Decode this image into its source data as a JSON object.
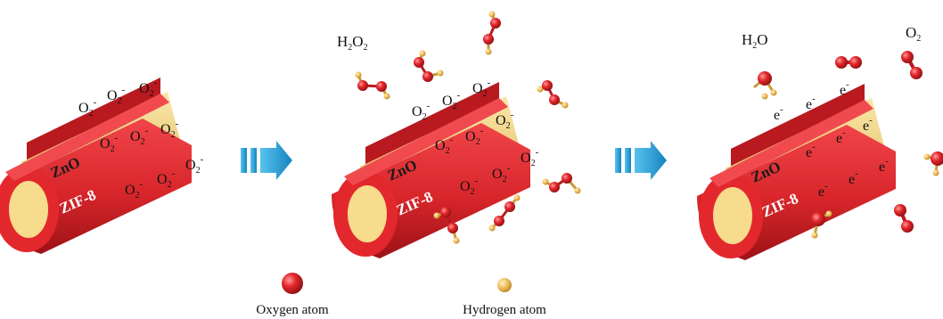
{
  "colors": {
    "shell": "#d8262b",
    "shell_dark": "#a81419",
    "core": "#f3d580",
    "core_dark": "#d9b255",
    "oxygen": "#e3262b",
    "hydrogen": "#f3c060",
    "arrow": "#2aa4d8"
  },
  "tube": {
    "core_label": "ZnO",
    "shell_label": "ZIF-8"
  },
  "panels": {
    "panel2_label": {
      "base": "H",
      "sub1": "2",
      "mid": "O",
      "sub2": "2"
    },
    "panel3_label_water": {
      "base": "H",
      "sub1": "2",
      "mid": "O"
    },
    "panel3_label_oxygen": {
      "base": "O",
      "sub1": "2"
    },
    "radical": {
      "base": "O",
      "sub": "2",
      "sup": "-"
    },
    "electron": {
      "base": "e",
      "sup": "-"
    }
  },
  "legend": {
    "oxygen_label": "Oxygen atom",
    "hydrogen_label": "Hydrogen atom"
  }
}
